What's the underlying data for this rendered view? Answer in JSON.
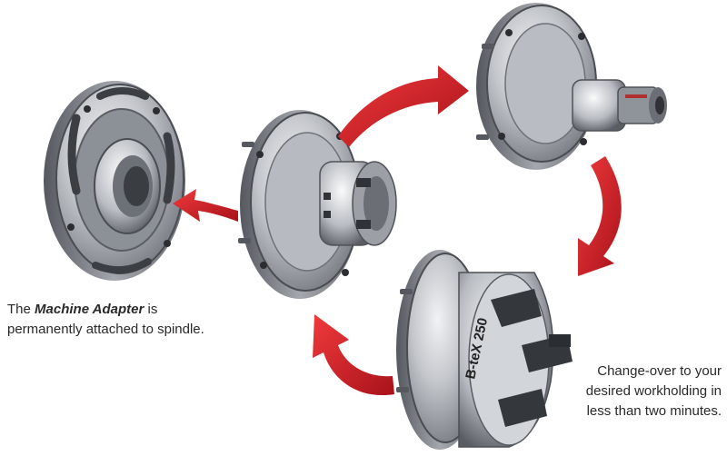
{
  "captions": {
    "adapter": {
      "prefix": "The ",
      "emphasis": "Machine Adapter",
      "suffix": " is",
      "line2": "permanently attached to spindle."
    },
    "changeover": {
      "line1": "Change-over to your",
      "line2": "desired workholding in",
      "line3": "less than two minutes."
    }
  },
  "labels": {
    "chuck_model": "B-teX 250"
  },
  "colors": {
    "arrow": "#d81c20",
    "steel_light": "#e4e6ea",
    "steel_mid": "#a9adb4",
    "steel_dark": "#5f636a",
    "text": "#2a2a2a"
  }
}
